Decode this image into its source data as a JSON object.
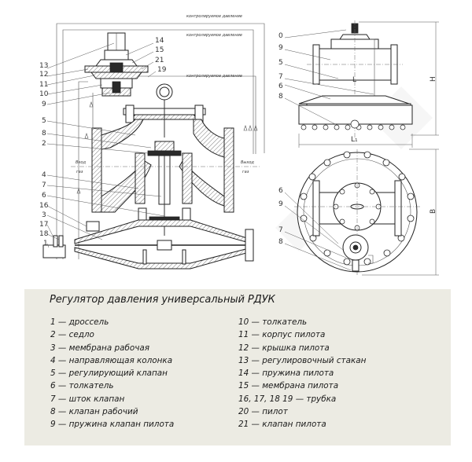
{
  "diagram": {
    "callouts_main": [
      "13",
      "12",
      "11",
      "10",
      "9",
      "5",
      "8",
      "2",
      "4",
      "7",
      "6",
      "16",
      "3",
      "17",
      "18",
      "1",
      "14",
      "15",
      "21",
      "19"
    ],
    "callouts_side": [
      "0",
      "9",
      "5",
      "7",
      "6",
      "8"
    ],
    "callouts_top": [
      "6",
      "9",
      "7",
      "8"
    ],
    "pressure_label": "контролируемое давление",
    "inlet_label": "Вход",
    "outlet_label": "Выход",
    "gas_label": "газ",
    "dim_L": "L",
    "dim_L1": "L₁",
    "dim_H": "H",
    "dim_B": "B"
  },
  "caption": {
    "title": "Регулятор давления универсальный РДУК",
    "left_items": [
      "1 — дроссель",
      "2 — седло",
      "3 — мембрана рабочая",
      "4 — направляющая колонка",
      "5 — регулирующий клапан",
      "6 — толкатель",
      "7 — шток клапан",
      "8 — клапан рабочий",
      "9 — пружина клапан пилота"
    ],
    "right_items": [
      "10 — толкатель",
      "11 — корпус пилота",
      "12 — крышка пилота",
      "13 — регулировочный стакан",
      "14 — пружина пилота",
      "15 — мембрана пилота",
      "16, 17, 18 19 — трубка",
      "20 — пилот",
      "21 — клапан пилота"
    ]
  }
}
